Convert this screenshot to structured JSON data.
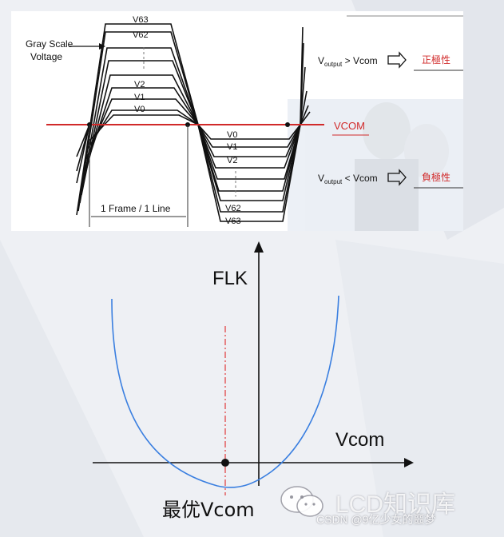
{
  "top_diagram": {
    "gray_scale_label_line1": "Gray Scale",
    "gray_scale_label_line2": "Voltage",
    "pos_levels": [
      "V63",
      "V62",
      "V2",
      "V1",
      "V0"
    ],
    "neg_levels": [
      "V0",
      "V1",
      "V2",
      "V62",
      "V63"
    ],
    "frame_label": "1 Frame / 1 Line",
    "vcom_label": "VCOM",
    "vout_gt_prefix": "V",
    "vout_gt_sub": "output",
    "vout_gt_rest": " > Vcom",
    "pos_polarity": "正極性",
    "vout_lt_prefix": "V",
    "vout_lt_sub": "output",
    "vout_lt_rest": " < Vcom",
    "neg_polarity": "負極性",
    "colors": {
      "vcom_line": "#d12a2a",
      "polarity_text": "#d12a2a"
    }
  },
  "bottom_diagram": {
    "y_axis_label": "FLK",
    "x_axis_label": "Vcom",
    "optimum_label": "最优Vcom",
    "colors": {
      "curve": "#3a7fe0",
      "optimum_line": "#e03a3a"
    }
  },
  "watermark": {
    "text": "LCD知识库",
    "credit": "CSDN @9亿少女的噩梦"
  }
}
